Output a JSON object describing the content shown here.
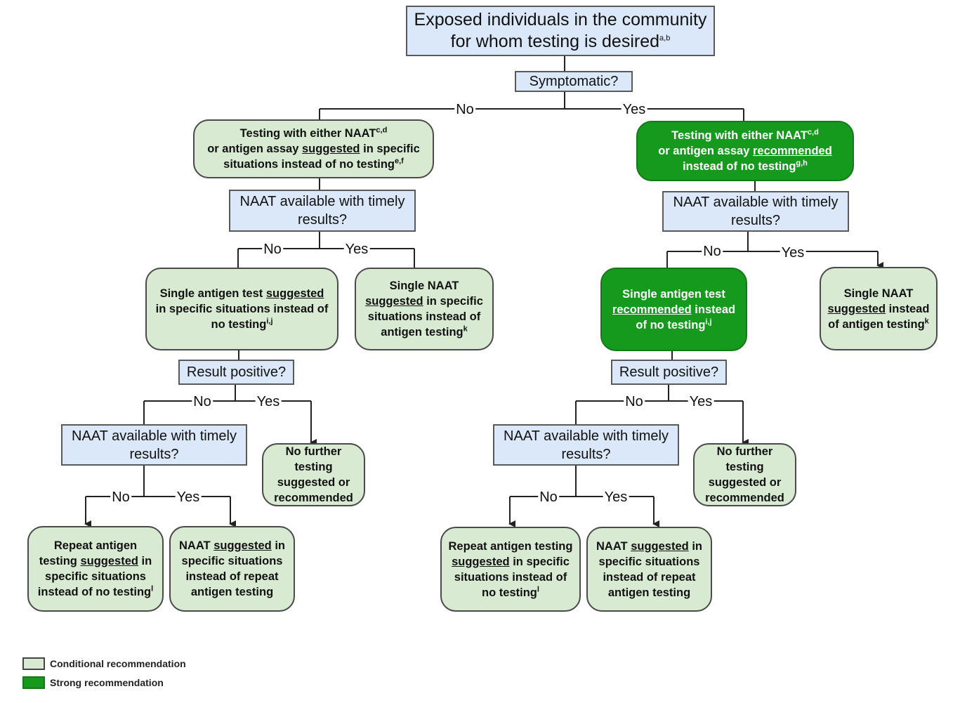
{
  "root": {
    "line1": "Exposed individuals in the community",
    "line2": "for whom testing is desired",
    "sup": "a,b"
  },
  "q_symptomatic": "Symptomatic?",
  "branch": {
    "no": "No",
    "yes": "Yes"
  },
  "q_naat_line1": "NAAT available with timely",
  "q_naat_line2": "results?",
  "q_result": "Result positive?",
  "asym": {
    "testing": {
      "l1": "Testing with either NAAT",
      "s1": "c,d",
      "l2a": "or antigen assay ",
      "u": "suggested",
      "l2b": " in specific",
      "l3": "situations instead of no testing",
      "s3": "e,f"
    },
    "antigen": {
      "l1a": "Single antigen test ",
      "u": "suggested",
      "l2": "in specific situations instead of",
      "l3": "no testing",
      "s3": "i,j"
    },
    "naat": {
      "l1": "Single NAAT",
      "u": "suggested",
      "l2b": " in specific",
      "l3": "situations instead of",
      "l4": "antigen testing",
      "s4": "k"
    },
    "nofurther": {
      "l1": "No further",
      "l2": "testing",
      "l3": "suggested or",
      "l4": "recommended"
    },
    "repeat": {
      "l1": "Repeat antigen",
      "l2a": "testing ",
      "u": "suggested",
      "l2b": " in",
      "l3": "specific situations",
      "l4": "instead of no testing",
      "s4": "l"
    },
    "naat2": {
      "l1a": "NAAT ",
      "u": "suggested",
      "l1b": " in",
      "l2": "specific situations",
      "l3": "instead of repeat",
      "l4": "antigen testing"
    }
  },
  "sym": {
    "testing": {
      "l1": "Testing with either NAAT",
      "s1": "c,d",
      "l2a": "or antigen assay ",
      "u": "recommended",
      "l3": "instead of no testing",
      "s3": "g,h"
    },
    "antigen": {
      "l1": "Single antigen test",
      "u": "recommended",
      "l2b": " instead",
      "l3": "of no testing",
      "s3": "i,j"
    },
    "naat": {
      "l1": "Single NAAT",
      "u": "suggested",
      "l2b": " instead",
      "l3": "of antigen testing",
      "s3": "k"
    },
    "nofurther": {
      "l1": "No further",
      "l2": "testing",
      "l3": "suggested or",
      "l4": "recommended"
    },
    "repeat": {
      "l1": "Repeat antigen testing",
      "u": "suggested",
      "l2b": " in specific",
      "l3": "situations instead of",
      "l4": "no testing",
      "s4": "l"
    },
    "naat2": {
      "l1a": "NAAT ",
      "u": "suggested",
      "l1b": " in",
      "l2": "specific situations",
      "l3": "instead of repeat",
      "l4": "antigen testing"
    }
  },
  "legend": {
    "conditional": "Conditional recommendation",
    "strong": "Strong recommendation"
  },
  "colors": {
    "question_fill": "#dbe8f9",
    "conditional_fill": "#d9ead3",
    "strong_fill": "#159a1e"
  }
}
